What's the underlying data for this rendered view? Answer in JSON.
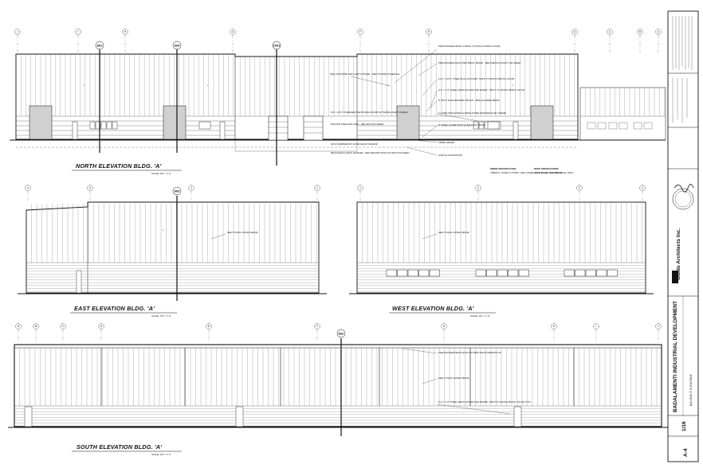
{
  "sheet": {
    "number": "A-4",
    "date": "1/16",
    "project": "BADALAMENTI INDUSTRIAL DEVELOPMENT",
    "sheet_title": "BUILDING 'A' ELEVATIONS",
    "firm": "Guido Architects Inc."
  },
  "drawings": {
    "north": {
      "title": "NORTH ELEVATION BLDG. 'A'",
      "scale": "SCALE: 1/8\" = 1'-0\"",
      "tags": [
        "801",
        "804",
        "1001"
      ],
      "grids": [
        "J",
        "I",
        "H",
        "G",
        "F",
        "E",
        "D",
        "C",
        "B",
        "A"
      ],
      "notes": [
        "PRE-FINISHED METAL COPING TO MATCH SIDING COLOR",
        "PRE-FINISHED INSULATED METAL SIDING - SEE SPECIFICATION THIS SHEET",
        "14'-0\" x 16'-0\" STEEL ROLL-UP DOOR - PAINT TO MATCH BLOCK COLOR",
        "3'-0\" x 7'-0\" STEEL METAL DOORS AND FRAME - PAINT TO MATCH SIDING COLOR",
        "8\" SPLIT FACE MASONRY BLOCK - PRE-COLORED BEIGE",
        "1\" FIXED INSULATED GLAZING IN PRE-FINISHED ALUM. FRAME",
        "6\" STEEL GUARD POST @ EACH OH. DOOR",
        "FINISH GRADE",
        "LINE OF FOUNDATION",
        "WALL MOUNTED LED LIGHT FIXTURE - SEE FIXTURE SCHEDULE",
        "8'-0\" x 10'-0\" OVERHEAD SECTIONAL DOORS W/ TRANSLUCENT PANELS",
        "PAINTED STEEL BOLLARD - SEE SECTION SHEET",
        "DOCK BUMPERS BY DOOR EQUIP. VENDOR",
        "MECHANICAL DOCK LEVELER - SEE SPECIFICATION ON SECTION SHEET"
      ]
    },
    "east": {
      "title": "EAST ELEVATION BLDG. 'A'",
      "scale": "SCALE: 1/8\" = 1'-0\"",
      "tag": "803",
      "grids": [
        "4",
        "3",
        "2",
        "1"
      ],
      "note": "SEE TYPICAL NOTES ABOVE"
    },
    "west": {
      "title": "WEST ELEVATION BLDG. 'A'",
      "scale": "SCALE: 1/8\" = 1'-0\"",
      "grids": [
        "1",
        "2",
        "3",
        "4"
      ],
      "note": "SEE TYPICAL NOTES ABOVE"
    },
    "south": {
      "title": "SOUTH ELEVATION BLDG. 'A'",
      "scale": "SCALE: 1/8\" = 1'-0\"",
      "tag": "802",
      "grids": [
        "A",
        "B",
        "C",
        "D",
        "E",
        "F",
        "G",
        "H",
        "I",
        "J"
      ],
      "notes": [
        "PRE-FINISHED METAL RAIN GUTTERS AND DOWNSPOUTS",
        "SEE TYPICAL NOTES ABOVE",
        "3'-0\" x 7'-0\" STEEL METAL DOORS AND FRAME - PAINT TO MATCH BLOCK COLOR (TYP.)"
      ]
    }
  },
  "specs": {
    "siding_title": "SIDING SPECIFICATION:",
    "siding_text": "TREMCO / PANEL SYSTEM - WALL PANEL COLOR: HUNTER GREEN",
    "roof_title": "ROOF SPECIFICATION:",
    "roof_text": "ROOF PANEL - COLOR: REGAL GRAY"
  }
}
